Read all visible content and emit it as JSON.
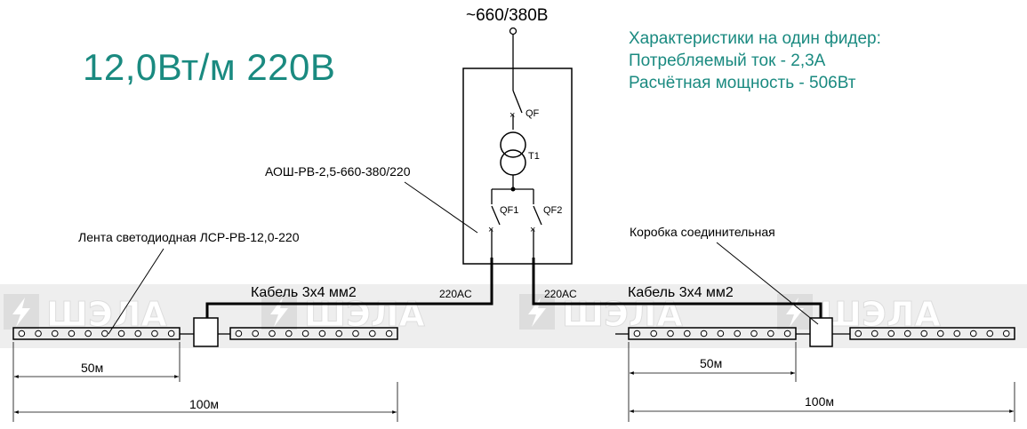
{
  "accent_color": "#1a8a80",
  "line_color": "#000000",
  "watermark": {
    "text": "ШЭЛА",
    "color": "#dddddd",
    "text_color": "#ffffff",
    "icon": "lightning-logo-icon"
  },
  "headline": "12,0Вт/м 220В",
  "supply_label": "~660/380В",
  "specs": {
    "title": "Характеристики на один фидер:",
    "current": "Потребляемый ток - 2,3А",
    "power": "Расчётная мощность - 506Вт"
  },
  "transformer_unit": {
    "label": "АОШ-РВ-2,5-660-380/220",
    "breaker_main": "QF",
    "transformer": "T1",
    "breaker_left": "QF1",
    "breaker_right": "QF2"
  },
  "feeders": [
    {
      "voltage_label": "220AC",
      "cable_label": "Кабель 3х4 мм2",
      "strip_label": "Лента светодиодная ЛСР-РВ-12,0-220",
      "segment_length": "50м",
      "total_length": "100м",
      "leds_per_strip": 10
    },
    {
      "voltage_label": "220AC",
      "cable_label": "Кабель 3х4 мм2",
      "box_label": "Коробка соединительная",
      "segment_length": "50м",
      "total_length": "100м",
      "leds_per_strip": 10
    }
  ]
}
